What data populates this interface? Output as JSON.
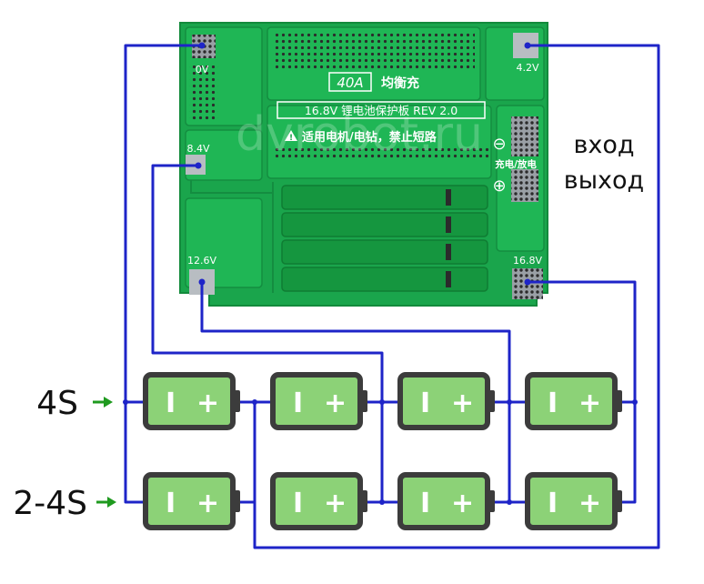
{
  "board": {
    "rating": "40A",
    "rating_cn": "均衡充",
    "title": "16.8V 锂电池保护板 REV 2.0",
    "warning": "适用电机/电钻，禁止短路",
    "charge_discharge": "充电/放电",
    "watermark": "dvrobot.ru",
    "pads": {
      "v0": "0V",
      "v42": "4.2V",
      "v84": "8.4V",
      "v126": "12.6V",
      "v168": "16.8V"
    },
    "polarity": {
      "minus": "⊖",
      "plus": "⊕"
    }
  },
  "io_labels": {
    "input": "вход",
    "output": "выход"
  },
  "config_labels": {
    "row1": "4S",
    "row2": "2-4S"
  },
  "battery": {
    "minus_symbol": "I",
    "plus_symbol": "+"
  },
  "colors": {
    "pcb": "#1aa54c",
    "wire": "#1e24c8",
    "battery_body": "#8cd277",
    "battery_outline": "#3c3c3c",
    "arrow": "#1f9a1f"
  }
}
